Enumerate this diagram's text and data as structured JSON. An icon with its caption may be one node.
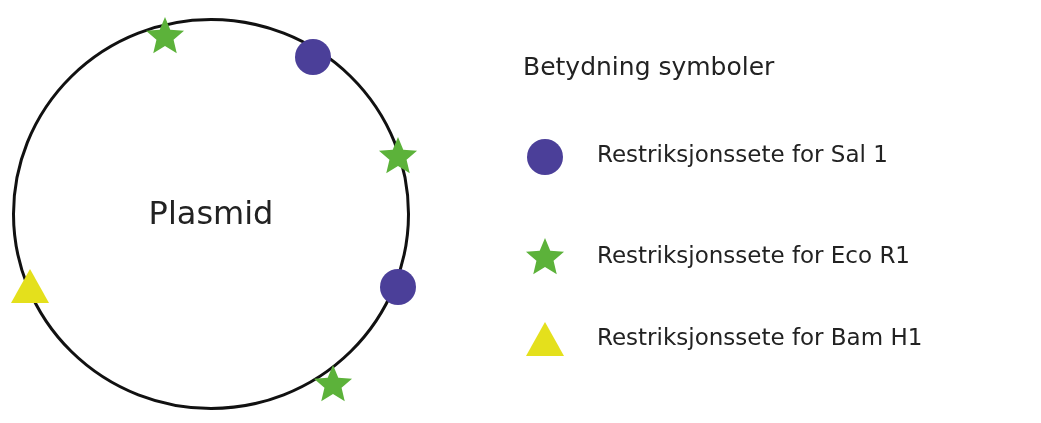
{
  "diagram": {
    "nodes": [
      {
        "text": [
          "Plasmid"
        ]
      }
    ],
    "labels": [
      "Betydning symboler"
    ],
    "legend": [
      {
        "text": "Restriksjonssete for Sal 1"
      },
      {
        "text": "Restriksjonssete for Eco R1"
      },
      {
        "text": "Restriksjonssete for Bam H1"
      }
    ]
  }
}
